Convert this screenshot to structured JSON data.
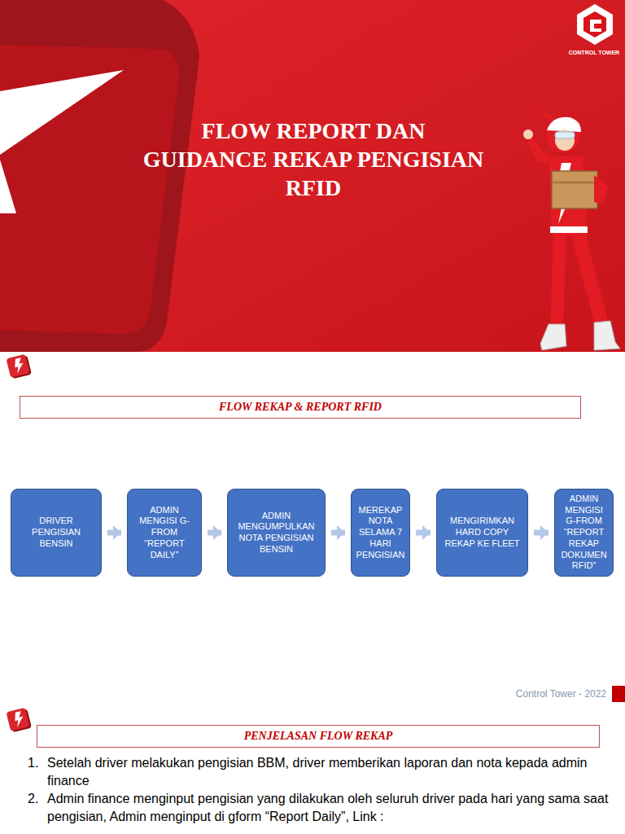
{
  "diagram": {
    "title": "FLOW REPORT DAN GUIDANCE REKAP PENGISIAN RFID",
    "nodes": [
      {
        "text": [
          "FLOW REKAP & REPORT RFID"
        ]
      },
      {
        "text": [
          "DRIVER PENGISIAN BENSIN"
        ]
      },
      {
        "text": [
          "ADMIN MENGISI G-FROM “REPORT DAILY”"
        ]
      },
      {
        "text": [
          "ADMIN MENGUMPULKAN NOTA PENGISIAN BENSIN"
        ]
      },
      {
        "text": [
          "MEREKAP NOTA SELAMA 7 HARI PENGISIAN"
        ]
      },
      {
        "text": [
          "MENGIRIMKAN HARD COPY REKAP KE FLEET"
        ]
      },
      {
        "text": [
          "ADMIN MENGISI G-FROM “REPORT REKAP DOKUMEN RFID”"
        ]
      },
      {
        "text": [
          "PENJELASAN FLOW REKAP"
        ]
      }
    ],
    "edges": [
      {
        "from": 1,
        "to": 2,
        "arrow": "to"
      },
      {
        "from": 2,
        "to": 3,
        "arrow": "to"
      },
      {
        "from": 3,
        "to": 4,
        "arrow": "to"
      },
      {
        "from": 4,
        "to": 5,
        "arrow": "to"
      },
      {
        "from": 5,
        "to": 6,
        "arrow": "to"
      }
    ],
    "labels": [
      "CONTROL TOWER",
      "Control Tower - 2022",
      "1.",
      "Setelah driver melakukan pengisian BBM, driver memberikan laporan dan nota kepada admin finance",
      "2.",
      "Admin finance menginput pengisian yang dilakukan oleh seluruh driver pada hari yang sama saat pengisian, Admin menginput di gform “Report Daily”, Link :"
    ]
  }
}
